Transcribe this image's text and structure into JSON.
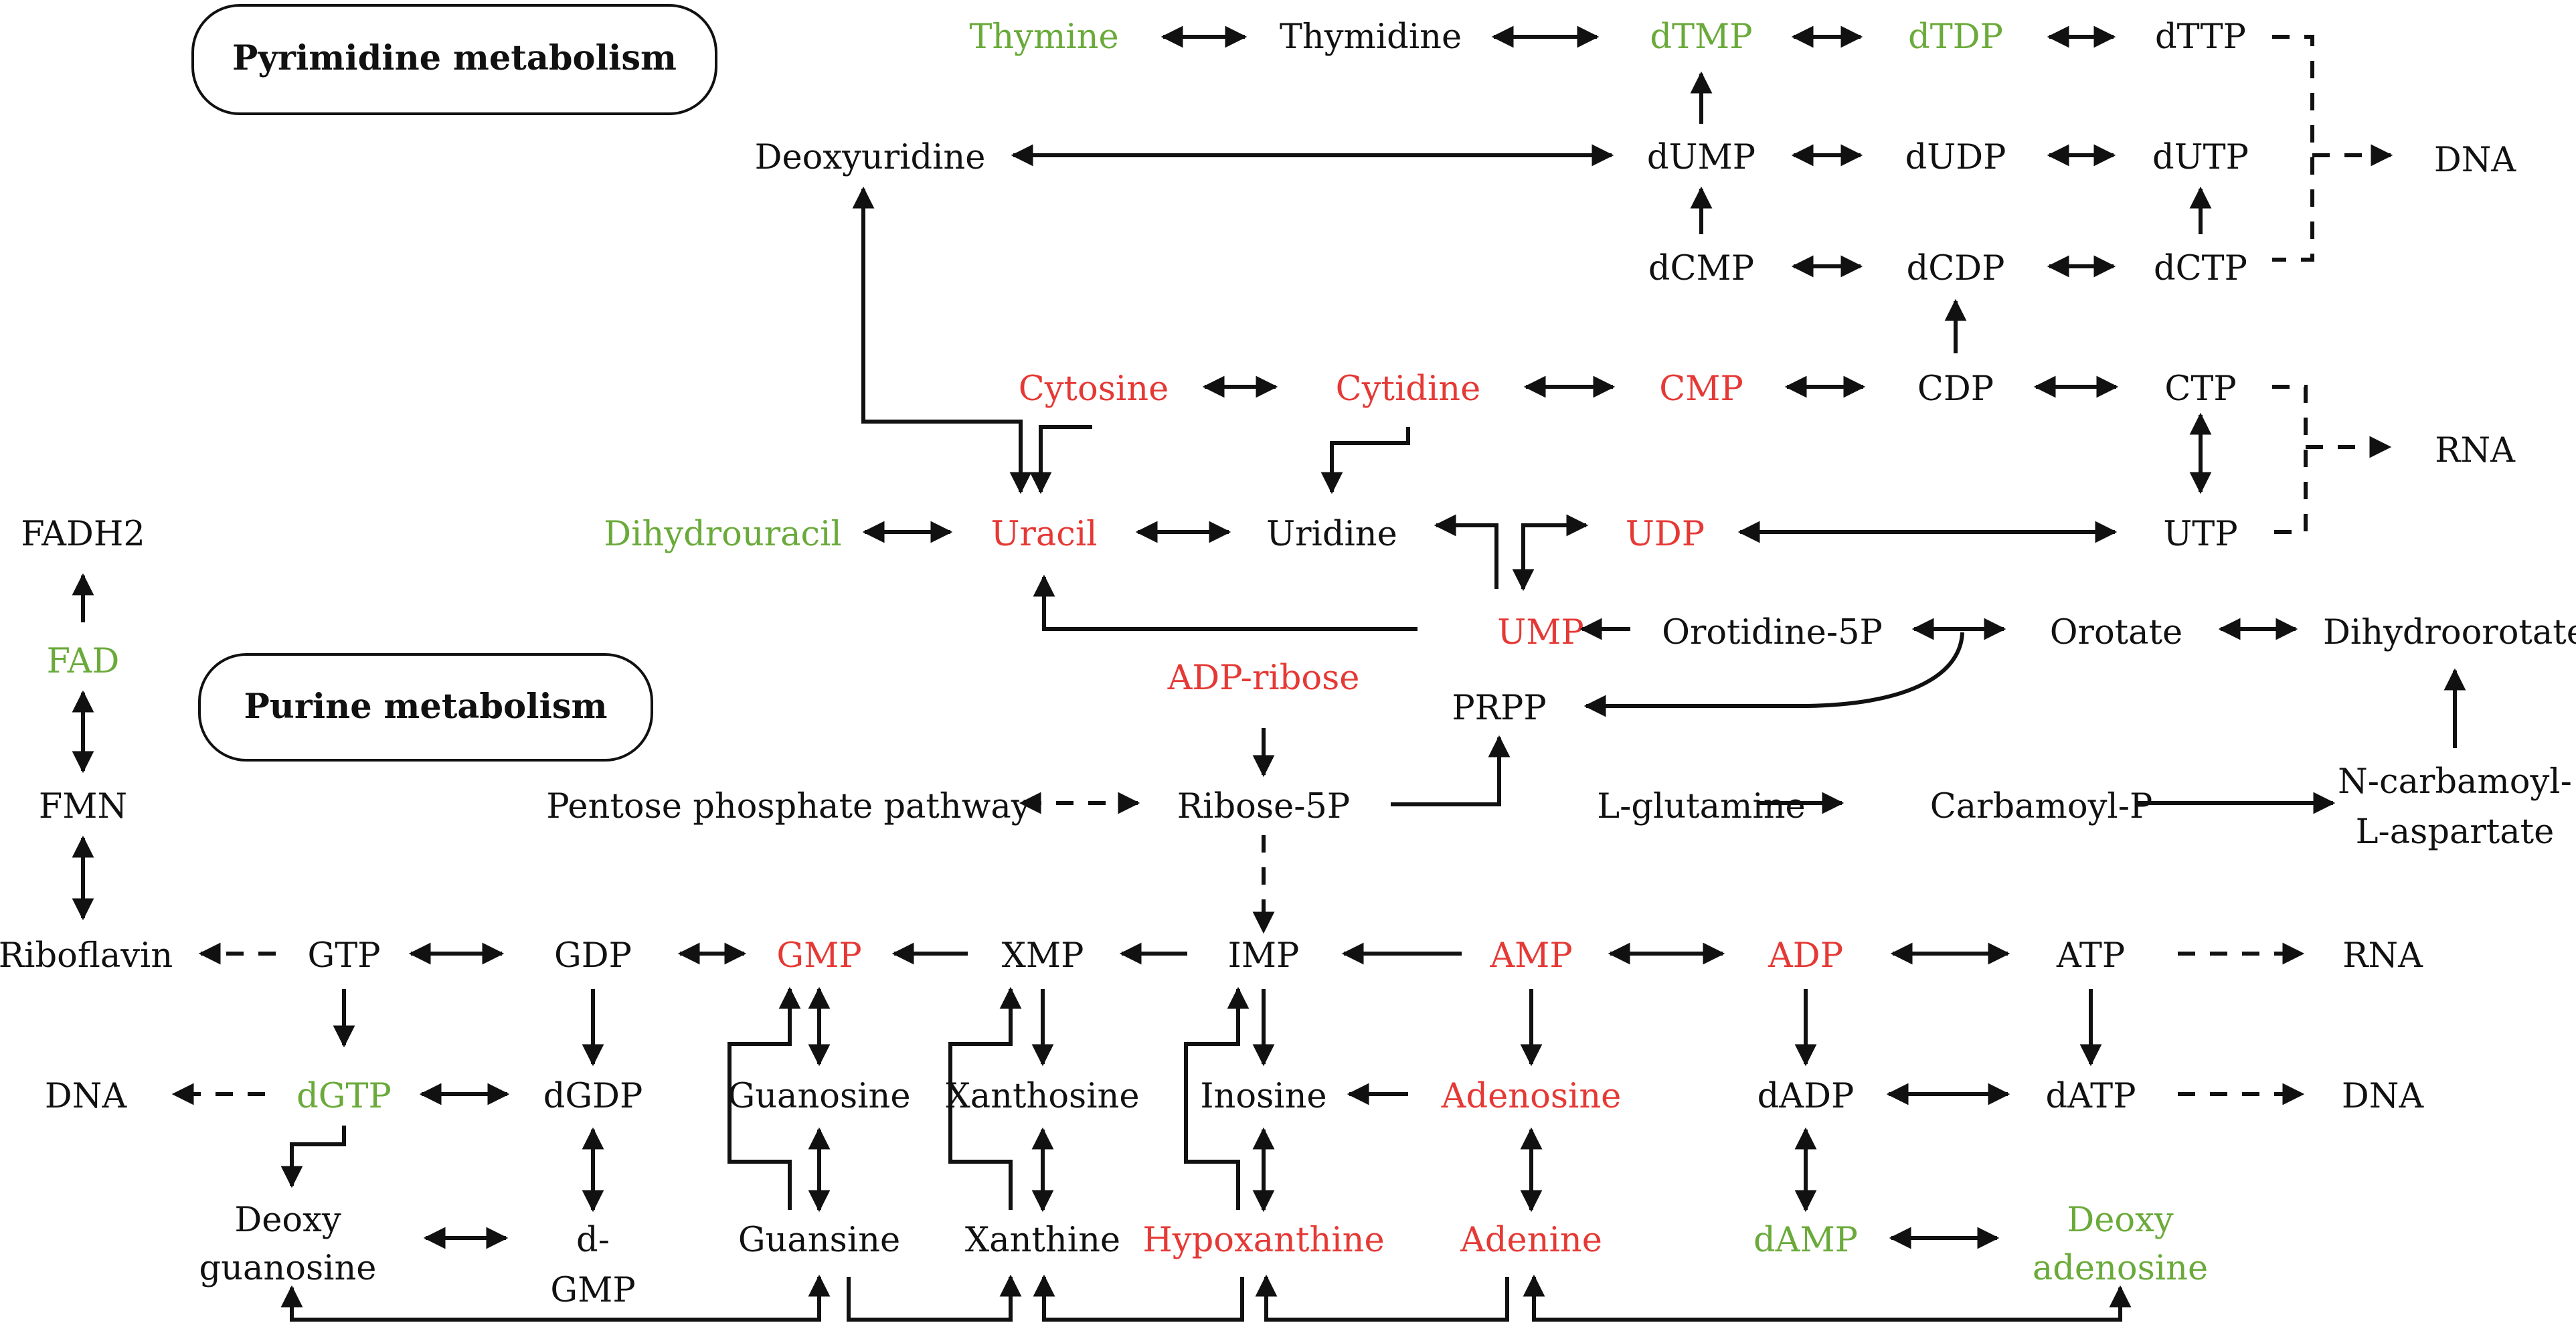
{
  "colors": {
    "black": "#111111",
    "red": "#e53935",
    "green": "#6aaa3a"
  },
  "titles": {
    "pyrimidine": "Pyrimidine metabolism",
    "purine": "Purine metabolism"
  },
  "nodes": {
    "thymine": {
      "label": "Thymine",
      "color": "green"
    },
    "thymidine": {
      "label": "Thymidine",
      "color": "black"
    },
    "dtmp": {
      "label": "dTMP",
      "color": "green"
    },
    "dtdp": {
      "label": "dTDP",
      "color": "green"
    },
    "dttp": {
      "label": "dTTP",
      "color": "black"
    },
    "deoxyuridine": {
      "label": "Deoxyuridine",
      "color": "black"
    },
    "dump": {
      "label": "dUMP",
      "color": "black"
    },
    "dudp": {
      "label": "dUDP",
      "color": "black"
    },
    "dutp": {
      "label": "dUTP",
      "color": "black"
    },
    "dna_top": {
      "label": "DNA",
      "color": "black"
    },
    "dcmp": {
      "label": "dCMP",
      "color": "black"
    },
    "dcdp": {
      "label": "dCDP",
      "color": "black"
    },
    "dctp": {
      "label": "dCTP",
      "color": "black"
    },
    "cytosine": {
      "label": "Cytosine",
      "color": "red"
    },
    "cytidine": {
      "label": "Cytidine",
      "color": "red"
    },
    "cmp": {
      "label": "CMP",
      "color": "red"
    },
    "cdp": {
      "label": "CDP",
      "color": "black"
    },
    "ctp": {
      "label": "CTP",
      "color": "black"
    },
    "rna_top": {
      "label": "RNA",
      "color": "black"
    },
    "fadh2": {
      "label": "FADH2",
      "color": "black"
    },
    "dihydrouracil": {
      "label": "Dihydrouracil",
      "color": "green"
    },
    "uracil": {
      "label": "Uracil",
      "color": "red"
    },
    "uridine": {
      "label": "Uridine",
      "color": "black"
    },
    "udp": {
      "label": "UDP",
      "color": "red"
    },
    "utp": {
      "label": "UTP",
      "color": "black"
    },
    "fad": {
      "label": "FAD",
      "color": "green"
    },
    "ump": {
      "label": "UMP",
      "color": "red"
    },
    "orotidine5p": {
      "label": "Orotidine-5P",
      "color": "black"
    },
    "orotate": {
      "label": "Orotate",
      "color": "black"
    },
    "dihydroorotate": {
      "label": "Dihydroorotate",
      "color": "black"
    },
    "adpribose": {
      "label": "ADP-ribose",
      "color": "red"
    },
    "prpp": {
      "label": "PRPP",
      "color": "black"
    },
    "fmn": {
      "label": "FMN",
      "color": "black"
    },
    "ppp": {
      "label": "Pentose phosphate pathway",
      "color": "black"
    },
    "ribose5p": {
      "label": "Ribose-5P",
      "color": "black"
    },
    "lglutamine": {
      "label": "L-glutamine",
      "color": "black"
    },
    "carbamoylp": {
      "label": "Carbamoyl-P",
      "color": "black"
    },
    "ncarbamoyl1": {
      "label": "N-carbamoyl-",
      "color": "black"
    },
    "ncarbamoyl2": {
      "label": "L-aspartate",
      "color": "black"
    },
    "riboflavin": {
      "label": "Riboflavin",
      "color": "black"
    },
    "gtp": {
      "label": "GTP",
      "color": "black"
    },
    "gdp": {
      "label": "GDP",
      "color": "black"
    },
    "gmp": {
      "label": "GMP",
      "color": "red"
    },
    "xmp": {
      "label": "XMP",
      "color": "black"
    },
    "imp": {
      "label": "IMP",
      "color": "black"
    },
    "amp": {
      "label": "AMP",
      "color": "red"
    },
    "adp": {
      "label": "ADP",
      "color": "red"
    },
    "atp": {
      "label": "ATP",
      "color": "black"
    },
    "rna_bottom": {
      "label": "RNA",
      "color": "black"
    },
    "dna_left": {
      "label": "DNA",
      "color": "black"
    },
    "dgtp": {
      "label": "dGTP",
      "color": "green"
    },
    "dgdp": {
      "label": "dGDP",
      "color": "black"
    },
    "guanosine": {
      "label": "Guanosine",
      "color": "black"
    },
    "xanthosine": {
      "label": "Xanthosine",
      "color": "black"
    },
    "inosine": {
      "label": "Inosine",
      "color": "black"
    },
    "adenosine": {
      "label": "Adenosine",
      "color": "red"
    },
    "dadp": {
      "label": "dADP",
      "color": "black"
    },
    "datp": {
      "label": "dATP",
      "color": "black"
    },
    "dna_right": {
      "label": "DNA",
      "color": "black"
    },
    "deoxyguan1": {
      "label": "Deoxy",
      "color": "black"
    },
    "deoxyguan2": {
      "label": "guanosine",
      "color": "black"
    },
    "dgmp1": {
      "label": "d-",
      "color": "black"
    },
    "dgmp2": {
      "label": "GMP",
      "color": "black"
    },
    "guansine": {
      "label": "Guansine",
      "color": "black"
    },
    "xanthine": {
      "label": "Xanthine",
      "color": "black"
    },
    "hypoxanthine": {
      "label": "Hypoxanthine",
      "color": "red"
    },
    "adenine": {
      "label": "Adenine",
      "color": "red"
    },
    "damp": {
      "label": "dAMP",
      "color": "green"
    },
    "deoxyaden1": {
      "label": "Deoxy",
      "color": "green"
    },
    "deoxyaden2": {
      "label": "adenosine",
      "color": "green"
    }
  }
}
